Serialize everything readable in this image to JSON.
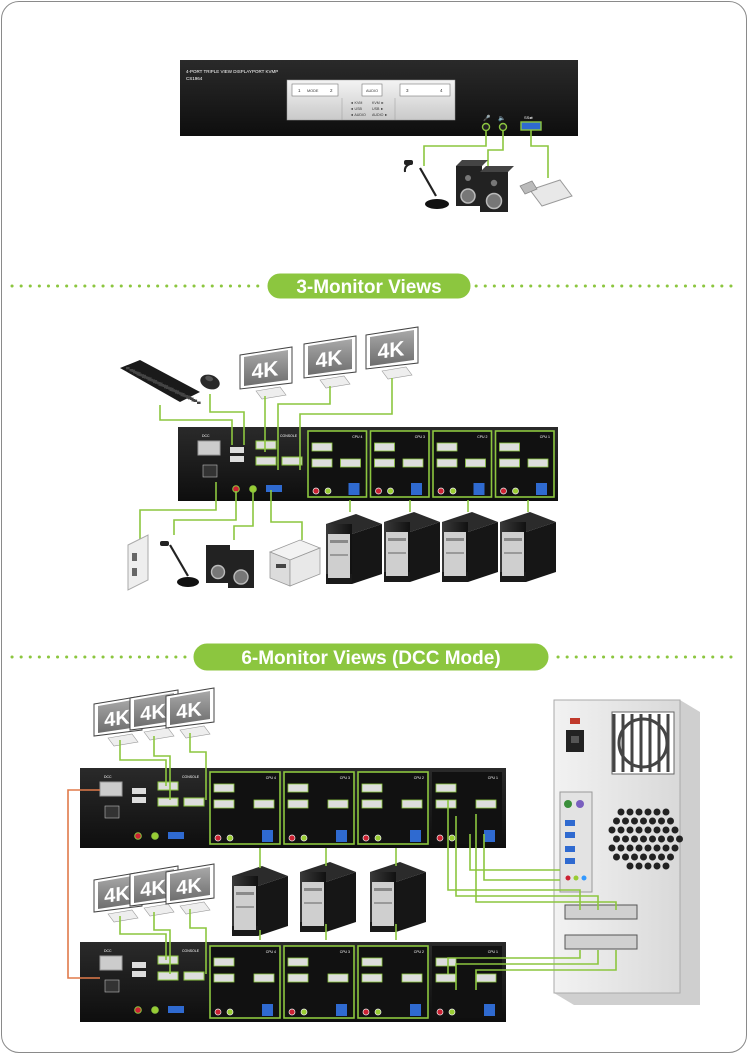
{
  "front_panel": {
    "model_line1": "4-PORT TRIPLE VIEW DISPLAYPORT KVMP",
    "model_line2": "CS1964",
    "buttons": [
      "1",
      "2",
      "3",
      "4"
    ],
    "mode_label": "MODE",
    "center_label": "AUDIO",
    "hotkeys_left": [
      "◄ KVM",
      "◄ USB",
      "◄ AUDIO"
    ],
    "hotkeys_right": [
      "KVM ►",
      "USB ►",
      "AUDIO ►"
    ],
    "usb_label": "SS⇄"
  },
  "sections": {
    "three_monitor": "3-Monitor Views",
    "six_monitor": "6-Monitor Views (DCC Mode)"
  },
  "monitor_label": "4K",
  "rear_panel": {
    "console_label": "CONSOLE",
    "dcc_label": "DCC",
    "cpu_labels": [
      "CPU 4",
      "CPU 3",
      "CPU 2",
      "CPU 1"
    ]
  },
  "colors": {
    "accent": "#8cc63f",
    "cable_orange": "#e07a4a",
    "panel": "#1a1a1a",
    "dotted": "#8cc63f"
  }
}
